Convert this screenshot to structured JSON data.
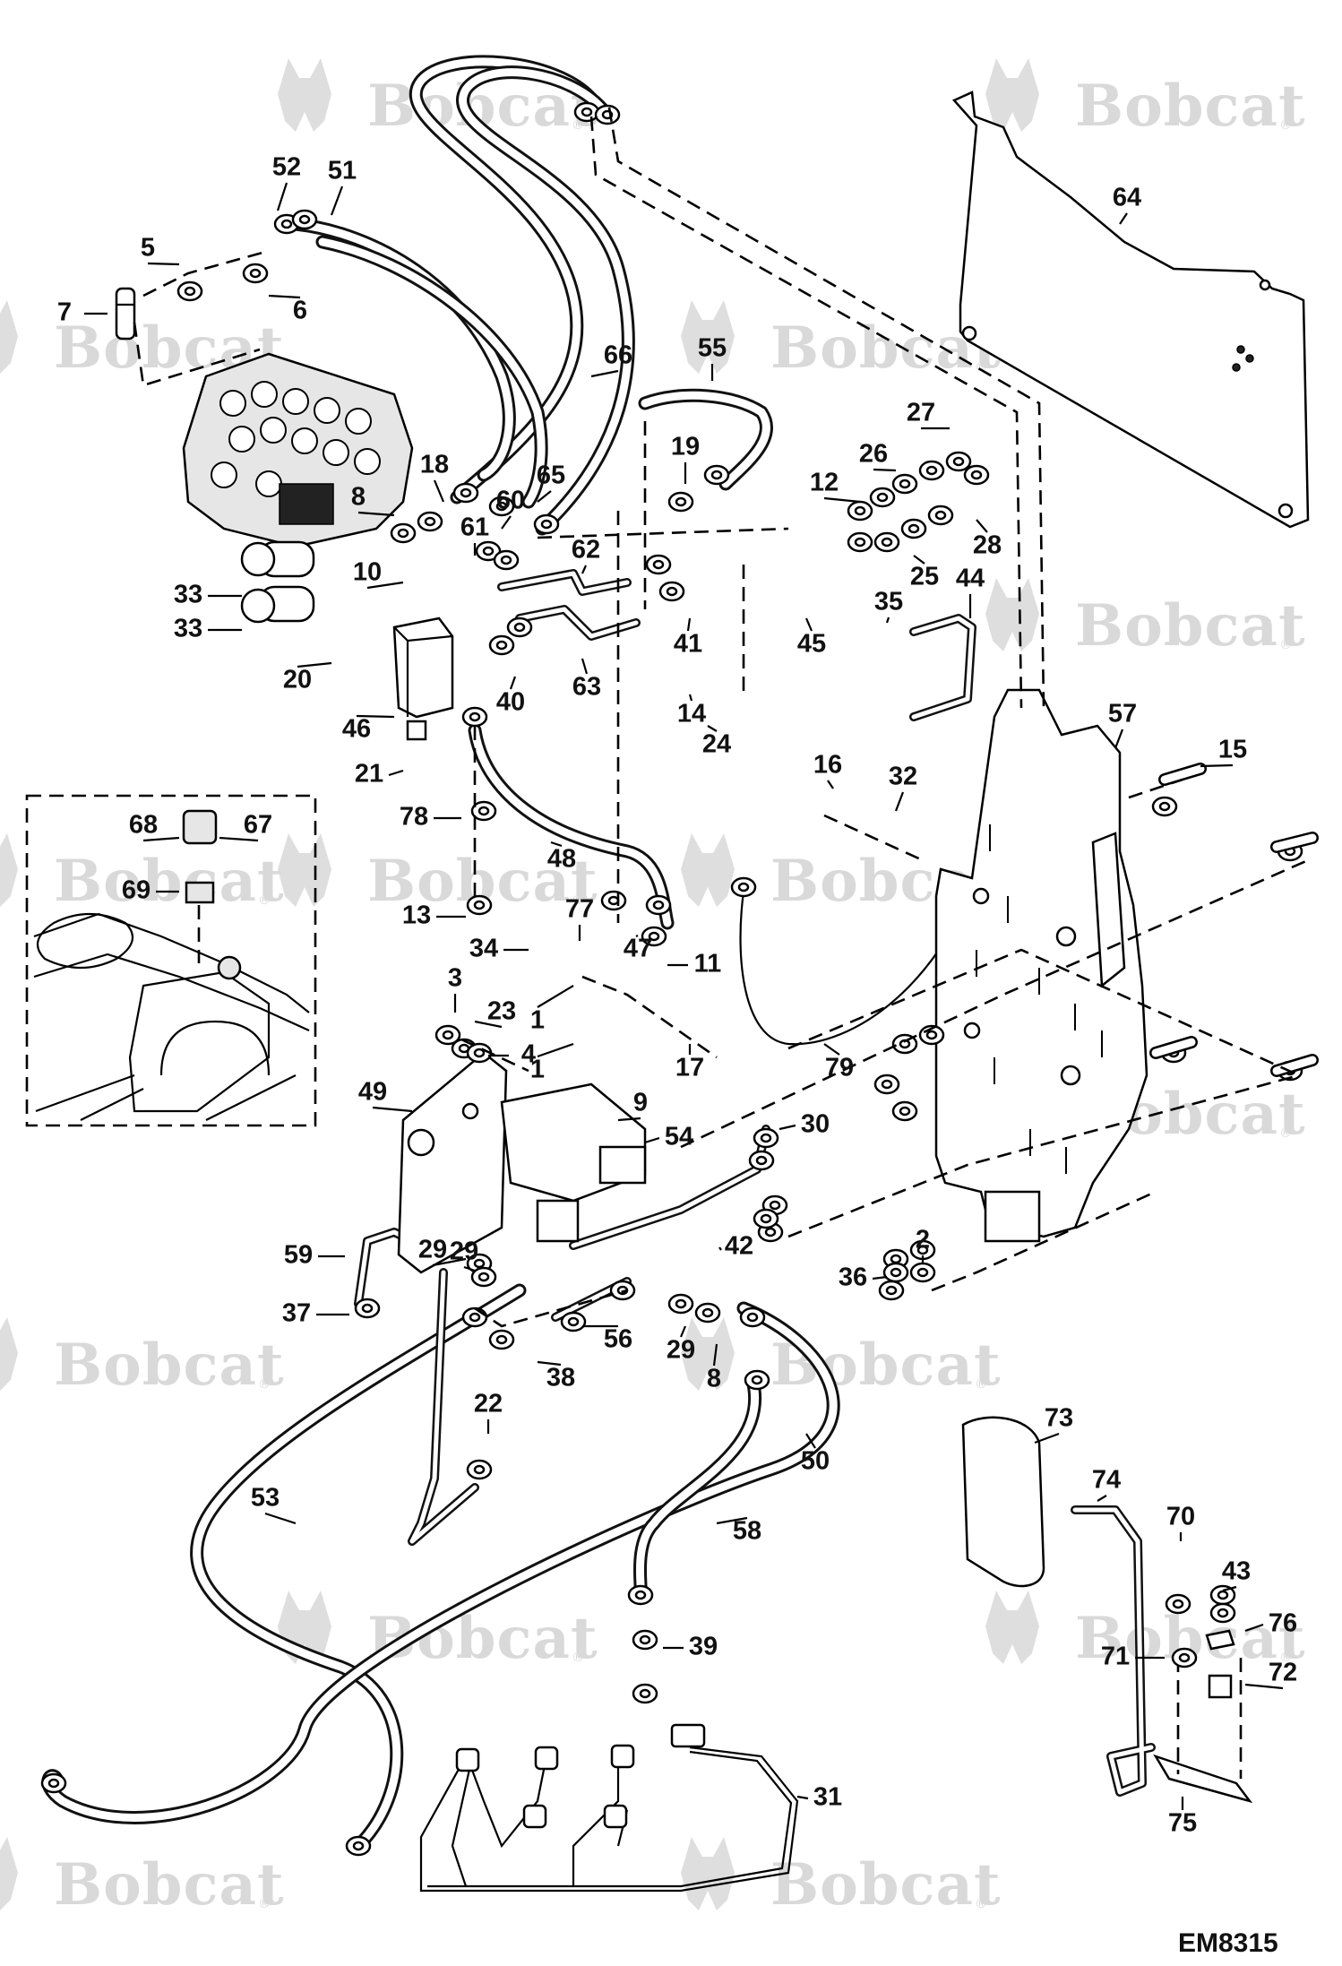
{
  "diagram": {
    "code": "EM8315",
    "watermark": "Bobcat",
    "watermark_mark": "®"
  },
  "callouts": [
    "1",
    "1",
    "2",
    "3",
    "4",
    "5",
    "6",
    "7",
    "8",
    "8",
    "9",
    "10",
    "11",
    "12",
    "13",
    "14",
    "15",
    "16",
    "17",
    "18",
    "19",
    "20",
    "21",
    "22",
    "23",
    "24",
    "25",
    "26",
    "27",
    "28",
    "29",
    "29",
    "29",
    "30",
    "31",
    "32",
    "33",
    "33",
    "34",
    "35",
    "36",
    "37",
    "38",
    "39",
    "40",
    "41",
    "42",
    "43",
    "44",
    "45",
    "46",
    "47",
    "48",
    "49",
    "50",
    "51",
    "52",
    "53",
    "54",
    "55",
    "56",
    "57",
    "58",
    "59",
    "60",
    "61",
    "62",
    "63",
    "64",
    "65",
    "66",
    "67",
    "68",
    "69",
    "70",
    "71",
    "72",
    "73",
    "74",
    "75",
    "76",
    "77",
    "78",
    "79"
  ]
}
